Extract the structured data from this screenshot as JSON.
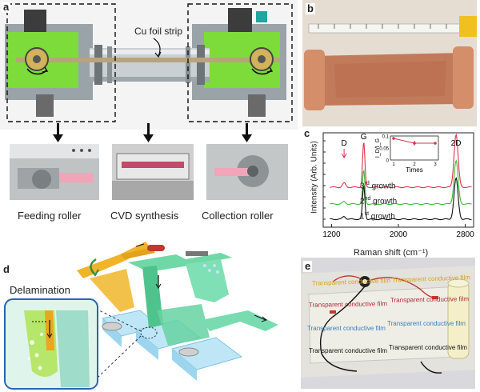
{
  "panel_a": {
    "label": "a",
    "strip_label": "Cu foil strip",
    "captions": [
      "Feeding roller",
      "CVD synthesis",
      "Collection roller"
    ]
  },
  "panel_b": {
    "label": "b"
  },
  "panel_c": {
    "label": "c",
    "ylabel": "Intensity (Arb. Units)",
    "xlabel": "Raman shift (cm⁻¹)",
    "peak_labels": [
      "D",
      "G",
      "2D"
    ],
    "spectra": [
      {
        "name": "3rd growth",
        "ord": "rd",
        "base": "3",
        "text": " growth",
        "color": "#e0304e"
      },
      {
        "name": "2nd growth",
        "ord": "nd",
        "base": "2",
        "text": " growth",
        "color": "#3dbb3d"
      },
      {
        "name": "1st growth",
        "ord": "st",
        "base": "1",
        "text": " growth",
        "color": "#111111"
      }
    ],
    "chart_data": {
      "type": "line",
      "title": "",
      "xlabel": "Raman shift (cm⁻¹)",
      "ylabel": "Intensity (Arb. Units)",
      "xlim": [
        1100,
        2900
      ],
      "x_ticks": [
        1200,
        2000,
        2800
      ],
      "peaks": [
        {
          "label": "D",
          "x": 1350
        },
        {
          "label": "G",
          "x": 1585
        },
        {
          "label": "2D",
          "x": 2690
        }
      ],
      "inset": {
        "xlabel": "Times",
        "ylabel": "I_D/I_G",
        "x": [
          1,
          2,
          3
        ],
        "y": [
          0.09,
          0.07,
          0.07
        ],
        "ylim": [
          0,
          0.1
        ],
        "y_ticks": [
          0,
          0.05,
          0.1
        ],
        "x_ticks": [
          1,
          2,
          3
        ]
      }
    }
  },
  "panel_d": {
    "label": "d",
    "delamination_label": "Delamination"
  },
  "panel_e": {
    "label": "e",
    "film_text": "Transparent conductive film",
    "lines": [
      {
        "text": "Transparent conductive film",
        "color": "#d8a21b"
      },
      {
        "text": "Transparent conductive film",
        "color": "#d8a21b"
      },
      {
        "text": "Transparent conductive film",
        "color": "#b0283a"
      },
      {
        "text": "Transparent conductive film",
        "color": "#b0283a"
      },
      {
        "text": "Transparent conductive film",
        "color": "#3a7fbf"
      },
      {
        "text": "Transparent conductive film",
        "color": "#3a7fbf"
      },
      {
        "text": "Transparent conductive film",
        "color": "#111111"
      },
      {
        "text": "Transparent conductive film",
        "color": "#111111"
      }
    ]
  }
}
